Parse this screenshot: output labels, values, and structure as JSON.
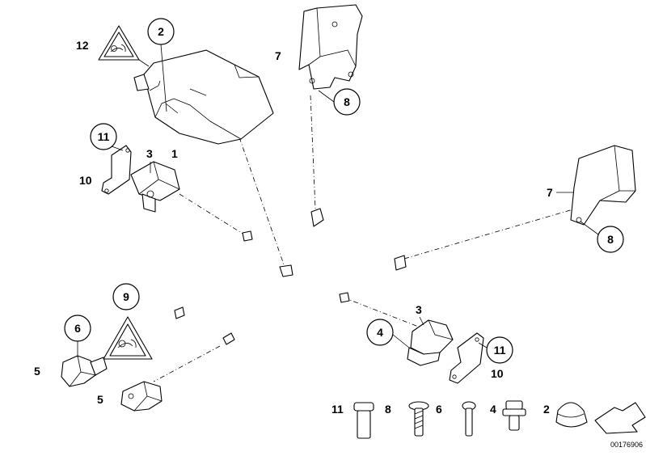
{
  "diagram": {
    "drawing_code": "00176906",
    "callouts": {
      "c1": "1",
      "c2": "2",
      "c3a": "3",
      "c3b": "3",
      "c4": "4",
      "c5a": "5",
      "c5b": "5",
      "c6": "6",
      "c7a": "7",
      "c7b": "7",
      "c8a": "8",
      "c8b": "8",
      "c9": "9",
      "c10a": "10",
      "c10b": "10",
      "c11a": "11",
      "c11b": "11",
      "c12": "12"
    },
    "fastener_row": {
      "f11": "11",
      "f8": "8",
      "f6": "6",
      "f4": "4",
      "f2": "2"
    }
  }
}
